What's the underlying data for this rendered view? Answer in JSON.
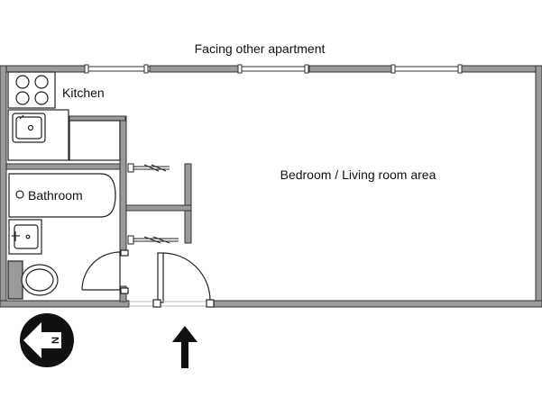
{
  "labels": {
    "facing": "Facing other apartment",
    "kitchen": "Kitchen",
    "bathroom": "Bathroom",
    "living": "Bedroom / Living room area",
    "compass": "N"
  },
  "colors": {
    "wall_fill": "#9a9a9a",
    "wall_stroke": "#333333",
    "line": "#222222",
    "icon": "#111111"
  },
  "icons": {
    "compass": "north-compass-icon",
    "entrance": "entrance-arrow-icon"
  }
}
